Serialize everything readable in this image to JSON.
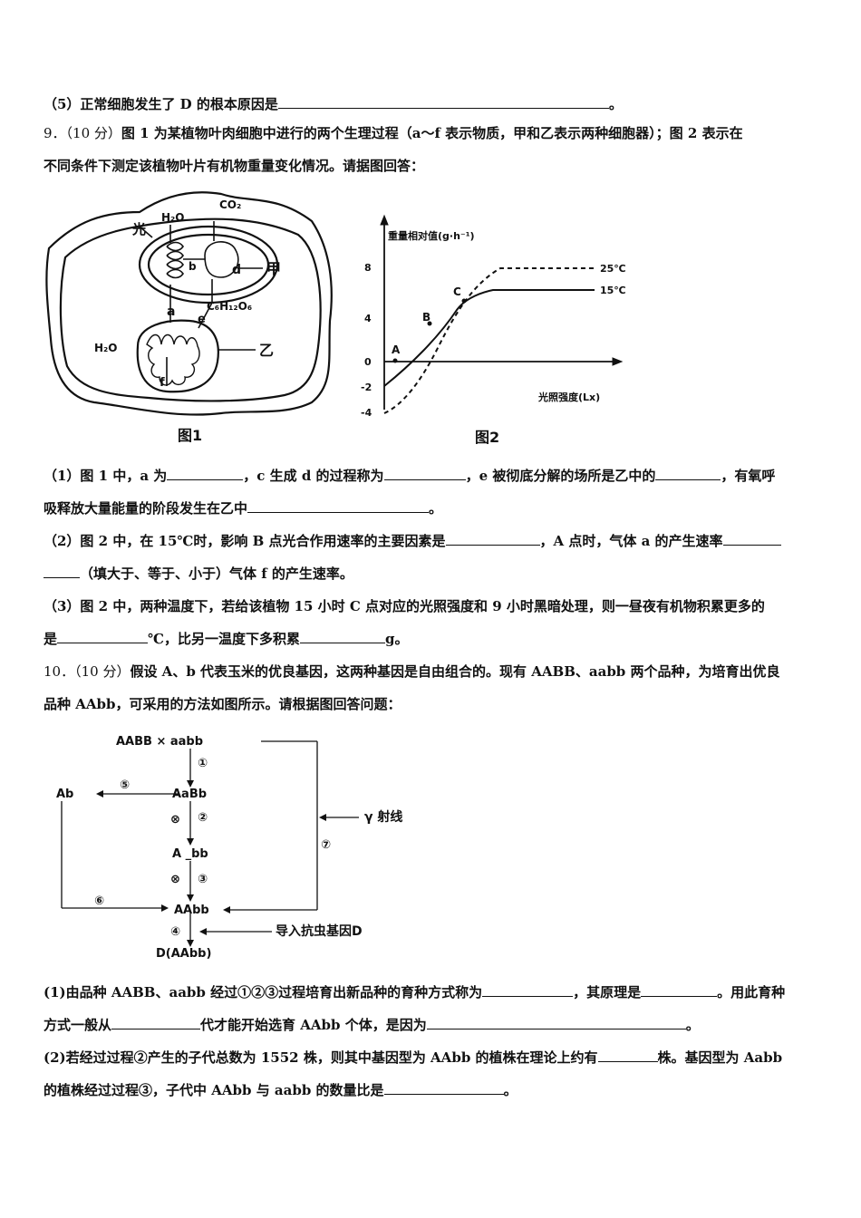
{
  "q8_5": {
    "prefix": "（5）正常细胞发生了 D 的根本原因是",
    "suffix": "。"
  },
  "q9": {
    "number": "9．",
    "score": "（10 分）",
    "stem_1": "图 1 为某植物叶肉细胞中进行的两个生理过程（a～f 表示物质，甲和乙表示两种细胞器）；图 2 表示在",
    "stem_2": "不同条件下测定该植物叶片有机物重量变化情况。请据图回答：",
    "fig1": {
      "caption": "图1",
      "labels": {
        "light": "光",
        "h2o_top": "H₂O",
        "co2": "CO₂",
        "b": "b",
        "d": "d",
        "jia": "甲",
        "a": "a",
        "e": "e",
        "c6h12o6": "C₆H₁₂O₆",
        "h2o_left": "H₂O",
        "yi": "乙",
        "f": "f"
      }
    },
    "fig2": {
      "caption": "图2",
      "ylabel": "重量相对值(g·h⁻¹)",
      "xlabel": "光照强度(Lx)",
      "yticks": [
        "8",
        "4",
        "0",
        "-2",
        "-4"
      ],
      "points": {
        "A": "A",
        "B": "B",
        "C": "C"
      },
      "series_labels": {
        "t25": "25℃",
        "t15": "15℃"
      }
    },
    "p1_a": "（1）图 1 中，a 为",
    "p1_b": "，c 生成 d 的过程称为",
    "p1_c": "，e 被彻底分解的场所是乙中的",
    "p1_d": "，有氧呼",
    "p1_e": "吸释放大量能量的阶段发生在乙中",
    "p1_f": "。",
    "p2_a": "（2）图 2 中，在 15℃时，影响 B 点光合作用速率的主要因素是",
    "p2_b": "，A 点时，气体 a 的产生速率",
    "p2_c": "（填大于、等于、小于）气体 f 的产生速率。",
    "p3_a": "（3）图 2 中，两种温度下，若给该植物 15 小时 C 点对应的光照强度和 9 小时黑暗处理，则一昼夜有机物积累更多的",
    "p3_b": "是",
    "p3_c": "℃，比另一温度下多积累",
    "p3_d": "g。"
  },
  "q10": {
    "number": "10．",
    "score": "（10 分）",
    "stem_1": "假设 A、b 代表玉米的优良基因，这两种基因是自由组合的。现有 AABB、aabb 两个品种，为培育出优良",
    "stem_2": "品种 AAbb，可采用的方法如图所示。请根据图回答问题：",
    "diagram": {
      "cross": "AABB × aabb",
      "aabb_f1": "AaBb",
      "ab": "Ab",
      "a_bb": "A _bb",
      "aabb_target": "AAbb",
      "d": "D(AAbb)",
      "gamma": "γ 射线",
      "insert": "导入抗虫基因D",
      "step1": "①",
      "step2": "②",
      "step3": "③",
      "step4": "④",
      "step5": "⑤",
      "step6": "⑥",
      "step7": "⑦",
      "self1": "⊗",
      "self2": "⊗"
    },
    "p1_a": "(1)由品种 AABB、aabb 经过①②③过程培育出新品种的育种方式称为",
    "p1_b": "，其原理是",
    "p1_c": "。用此育种",
    "p1_d": "方式一般从",
    "p1_e": "代才能开始选育 AAbb 个体，是因为",
    "p1_f": "。",
    "p2_a": "(2)若经过过程②产生的子代总数为 1552 株，则其中基因型为 AAbb 的植株在理论上约有",
    "p2_b": "株。基因型为 Aabb",
    "p2_c": "的植株经过过程③，子代中 AAbb 与 aabb 的数量比是",
    "p2_d": "。"
  }
}
